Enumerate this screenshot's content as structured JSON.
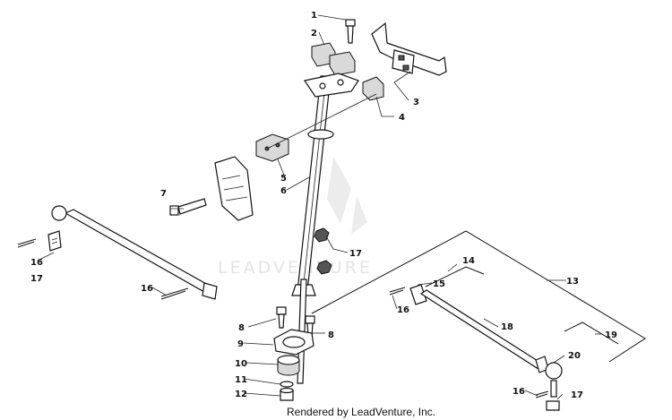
{
  "diagram": {
    "watermark": "LEADVENTURE",
    "footer": "Rendered by LeadVenture, Inc.",
    "callouts": [
      "1",
      "2",
      "3",
      "4",
      "5",
      "6",
      "7",
      "8",
      "8",
      "9",
      "10",
      "11",
      "12",
      "13",
      "14",
      "15",
      "16",
      "16",
      "16",
      "16",
      "17",
      "17",
      "17",
      "18",
      "19",
      "20"
    ]
  },
  "colors": {
    "ink": "#111111",
    "paper": "#ffffff",
    "watermark": "#e4e4e4"
  }
}
